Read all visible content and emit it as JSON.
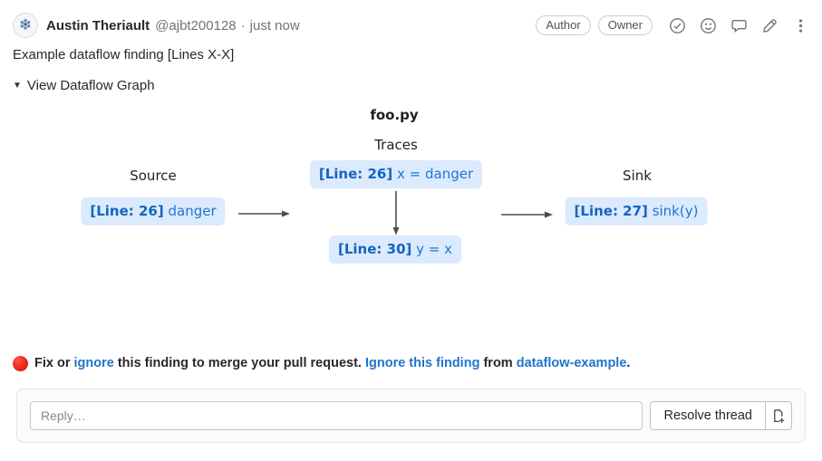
{
  "header": {
    "avatar_glyph": "❄",
    "author_name": "Austin Theriault",
    "author_handle": "@ajbt200128",
    "separator": "·",
    "timestamp": "just now",
    "badges": [
      {
        "label": "Author"
      },
      {
        "label": "Owner"
      }
    ],
    "action_icons": [
      "status-check-icon",
      "emoji-reaction-icon",
      "comment-icon",
      "edit-icon",
      "more-actions-icon"
    ]
  },
  "comment": {
    "body": "Example dataflow finding [Lines X-X]"
  },
  "dataflow": {
    "toggle_icon": "▼",
    "toggle_label": "View Dataflow Graph",
    "file_title": "foo.py",
    "trace_label": "Traces",
    "source_label": "Source",
    "sink_label": "Sink",
    "nodes": {
      "source": {
        "line": "[Line: 26]",
        "code": "danger"
      },
      "trace_top": {
        "line": "[Line: 26]",
        "code": "x = danger"
      },
      "trace_bottom": {
        "line": "[Line: 30]",
        "code": "y = x"
      },
      "sink": {
        "line": "[Line: 27]",
        "code": "sink(y)"
      }
    }
  },
  "warning": {
    "icon": "red-circle-icon",
    "text_fix_or": "Fix or ",
    "link_ignore": "ignore",
    "text_middle": " this finding to merge your pull request. ",
    "link_ignore_finding": "Ignore this finding",
    "text_from": " from ",
    "link_ruleset": "dataflow-example",
    "text_period": "."
  },
  "reply": {
    "placeholder": "Reply…",
    "resolve_button_label": "Resolve thread",
    "issue_button_icon": "create-issue-icon"
  },
  "colors": {
    "link_blue": "#1f75cb",
    "node_bg": "#dbeafd",
    "node_line_blue": "#1565c0",
    "node_code_blue": "#1f77d0",
    "arrow_gray": "#4c4c4c",
    "alert_red": "#d62617",
    "icon_gray": "#737278"
  }
}
